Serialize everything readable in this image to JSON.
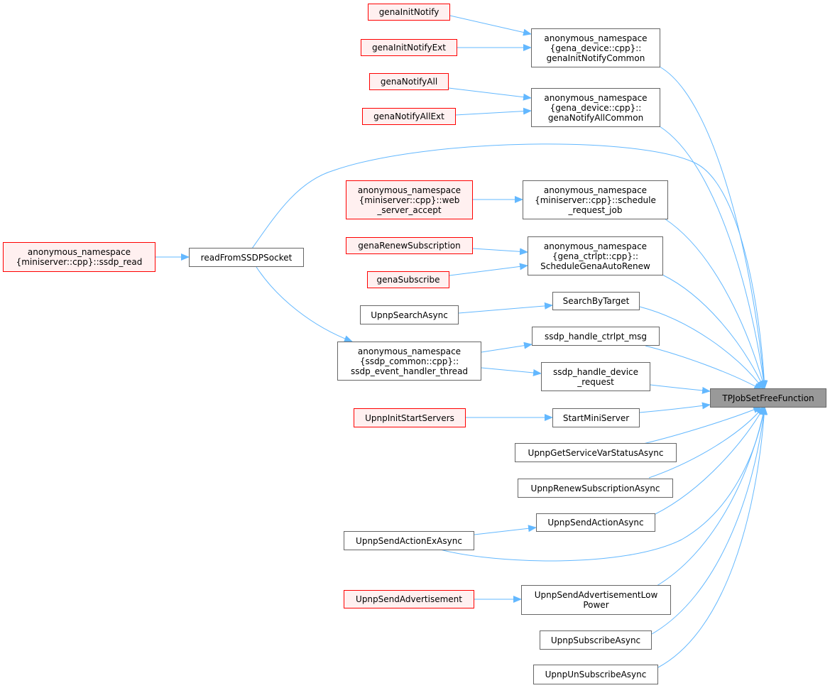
{
  "diagram": {
    "edge_color": "#63b8ff",
    "nodes": {
      "target": "TPJobSetFreeFunction",
      "genaInitNotify": "genaInitNotify",
      "genaInitNotifyExt": "genaInitNotifyExt",
      "genaInitNotifyCommon": "anonymous_namespace\n{gena_device::cpp}::\ngenaInitNotifyCommon",
      "genaNotifyAll": "genaNotifyAll",
      "genaNotifyAllExt": "genaNotifyAllExt",
      "genaNotifyAllCommon": "anonymous_namespace\n{gena_device::cpp}::\ngenaNotifyAllCommon",
      "ssdp_read": "anonymous_namespace\n{miniserver::cpp}::ssdp_read",
      "readFromSSDPSocket": "readFromSSDPSocket",
      "web_server_accept": "anonymous_namespace\n{miniserver::cpp}::web\n_server_accept",
      "schedule_request_job": "anonymous_namespace\n{miniserver::cpp}::schedule\n_request_job",
      "genaRenewSubscription": "genaRenewSubscription",
      "genaSubscribe": "genaSubscribe",
      "ScheduleGenaAutoRenew": "anonymous_namespace\n{gena_ctrlpt::cpp}::\nScheduleGenaAutoRenew",
      "UpnpSearchAsync": "UpnpSearchAsync",
      "SearchByTarget": "SearchByTarget",
      "ssdp_event_handler_thread": "anonymous_namespace\n{ssdp_common::cpp}::\nssdp_event_handler_thread",
      "ssdp_handle_ctrlpt_msg": "ssdp_handle_ctrlpt_msg",
      "ssdp_handle_device_request": "ssdp_handle_device\n_request",
      "UpnpInitStartServers": "UpnpInitStartServers",
      "StartMiniServer": "StartMiniServer",
      "UpnpGetServiceVarStatusAsync": "UpnpGetServiceVarStatusAsync",
      "UpnpRenewSubscriptionAsync": "UpnpRenewSubscriptionAsync",
      "UpnpSendActionAsync": "UpnpSendActionAsync",
      "UpnpSendActionExAsync": "UpnpSendActionExAsync",
      "UpnpSendAdvertisement": "UpnpSendAdvertisement",
      "UpnpSendAdvertisementLowPower": "UpnpSendAdvertisementLow\nPower",
      "UpnpSubscribeAsync": "UpnpSubscribeAsync",
      "UpnpUnSubscribeAsync": "UpnpUnSubscribeAsync"
    },
    "edges": [
      [
        "genaInitNotify",
        "genaInitNotifyCommon"
      ],
      [
        "genaInitNotifyExt",
        "genaInitNotifyCommon"
      ],
      [
        "genaNotifyAll",
        "genaNotifyAllCommon"
      ],
      [
        "genaNotifyAllExt",
        "genaNotifyAllCommon"
      ],
      [
        "ssdp_read",
        "readFromSSDPSocket"
      ],
      [
        "web_server_accept",
        "schedule_request_job"
      ],
      [
        "genaRenewSubscription",
        "ScheduleGenaAutoRenew"
      ],
      [
        "genaSubscribe",
        "ScheduleGenaAutoRenew"
      ],
      [
        "UpnpSearchAsync",
        "SearchByTarget"
      ],
      [
        "readFromSSDPSocket",
        "ssdp_event_handler_thread"
      ],
      [
        "ssdp_event_handler_thread",
        "ssdp_handle_ctrlpt_msg"
      ],
      [
        "ssdp_event_handler_thread",
        "ssdp_handle_device_request"
      ],
      [
        "UpnpInitStartServers",
        "StartMiniServer"
      ],
      [
        "UpnpSendActionExAsync",
        "UpnpSendActionAsync"
      ],
      [
        "UpnpSendAdvertisement",
        "UpnpSendAdvertisementLowPower"
      ],
      [
        "genaInitNotifyCommon",
        "target"
      ],
      [
        "genaNotifyAllCommon",
        "target"
      ],
      [
        "readFromSSDPSocket",
        "target"
      ],
      [
        "schedule_request_job",
        "target"
      ],
      [
        "ScheduleGenaAutoRenew",
        "target"
      ],
      [
        "SearchByTarget",
        "target"
      ],
      [
        "ssdp_handle_ctrlpt_msg",
        "target"
      ],
      [
        "ssdp_handle_device_request",
        "target"
      ],
      [
        "StartMiniServer",
        "target"
      ],
      [
        "UpnpGetServiceVarStatusAsync",
        "target"
      ],
      [
        "UpnpRenewSubscriptionAsync",
        "target"
      ],
      [
        "UpnpSendActionAsync",
        "target"
      ],
      [
        "UpnpSendActionExAsync",
        "target"
      ],
      [
        "UpnpSendAdvertisementLowPower",
        "target"
      ],
      [
        "UpnpSubscribeAsync",
        "target"
      ],
      [
        "UpnpUnSubscribeAsync",
        "target"
      ]
    ]
  }
}
